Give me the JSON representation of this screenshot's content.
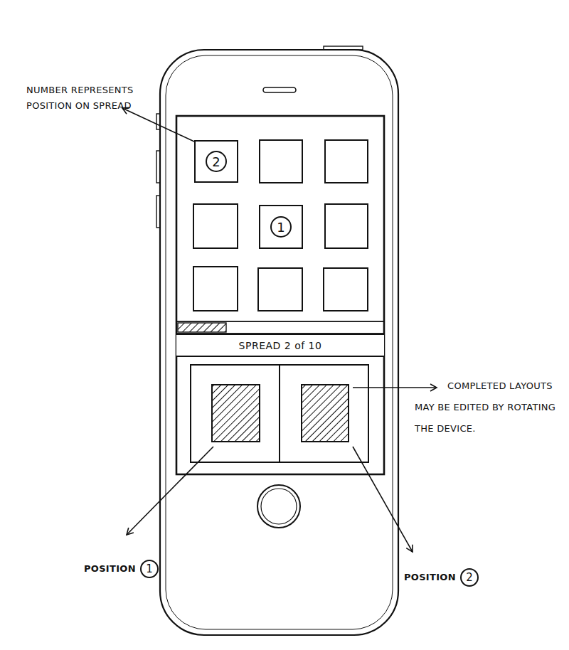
{
  "diagram": {
    "nodes": [
      {
        "text": [
          "2"
        ]
      },
      {
        "text": [
          "1"
        ]
      },
      {
        "text": [
          "SPREAD 2 of 10"
        ]
      }
    ],
    "labels": [
      "NUMBER REPRESENTS POSITION ON SPREAD",
      "COMPLETED LAYOUTS MAY BE EDITED BY ROTATING THE DEVICE.",
      "POSITION",
      "1",
      "POSITION",
      "2"
    ]
  }
}
